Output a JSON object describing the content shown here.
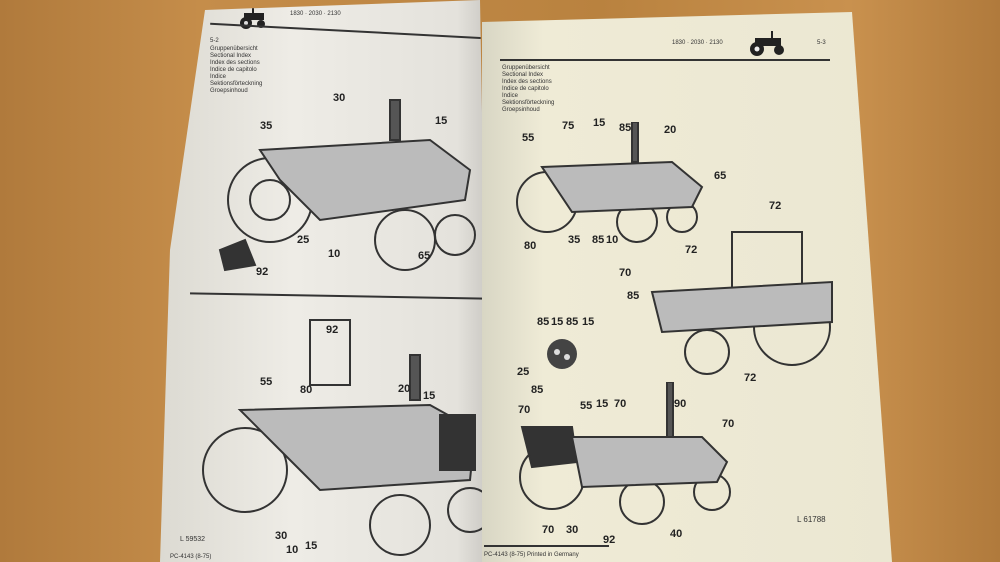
{
  "left_page": {
    "page_number": "5-2",
    "models": "1830 · 2030 · 2130",
    "index_titles": [
      "Gruppenübersicht",
      "Sectional Index",
      "Index des sections",
      "Indice de capitolo",
      "Indice",
      "Sektionsförteckning",
      "Groepsinhoud"
    ],
    "top_callouts": [
      "30",
      "35",
      "15",
      "25",
      "10",
      "65",
      "92"
    ],
    "bottom_callouts": [
      "92",
      "80",
      "55",
      "20",
      "15",
      "30",
      "10",
      "15"
    ],
    "figure_ref": "L 59532",
    "footer": "PC-4143 (8-75)"
  },
  "right_page": {
    "page_number": "5-3",
    "models": "1830 · 2030 · 2130",
    "index_titles": [
      "Gruppenübersicht",
      "Sectional Index",
      "Index des sections",
      "Indice de capitolo",
      "Indice",
      "Sektionsförteckning",
      "Groepsinhoud"
    ],
    "top_callouts": [
      "55",
      "75",
      "15",
      "85",
      "20",
      "65",
      "80",
      "35",
      "85",
      "10"
    ],
    "cab_callouts": [
      "72",
      "72",
      "70",
      "85",
      "72"
    ],
    "part_callouts": [
      "85",
      "15",
      "85",
      "15",
      "25",
      "85"
    ],
    "bottom_callouts": [
      "55",
      "15",
      "70",
      "90",
      "70",
      "70",
      "70",
      "30",
      "92",
      "40"
    ],
    "figure_ref": "L 61788",
    "footer": "PC-4143 (8-75) Printed in Germany"
  }
}
